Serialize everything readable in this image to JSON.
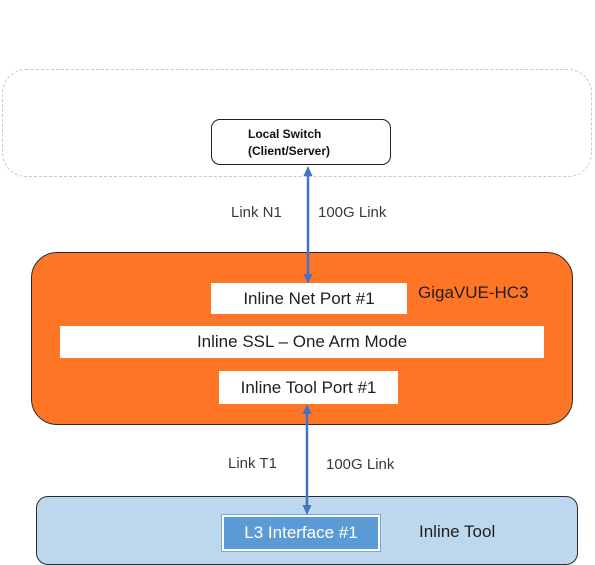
{
  "local_switch": {
    "line1": "Local Switch",
    "line2": "(Client/Server)"
  },
  "link_n1": {
    "name": "Link N1",
    "speed": "100G Link"
  },
  "hc3": {
    "title": "GigaVUE-HC3",
    "net_port": "Inline Net Port #1",
    "ssl_mode": "Inline SSL – One Arm Mode",
    "tool_port": "Inline Tool Port #1"
  },
  "link_t1": {
    "name": "Link T1",
    "speed": "100G Link"
  },
  "inline_tool": {
    "title": "Inline Tool",
    "interface": "L3 Interface  #1"
  },
  "colors": {
    "hc3_fill": "#fe7526",
    "tool_fill": "#bdd7ee",
    "interface_fill": "#5b9bd5",
    "link_line": "#4472c4"
  }
}
